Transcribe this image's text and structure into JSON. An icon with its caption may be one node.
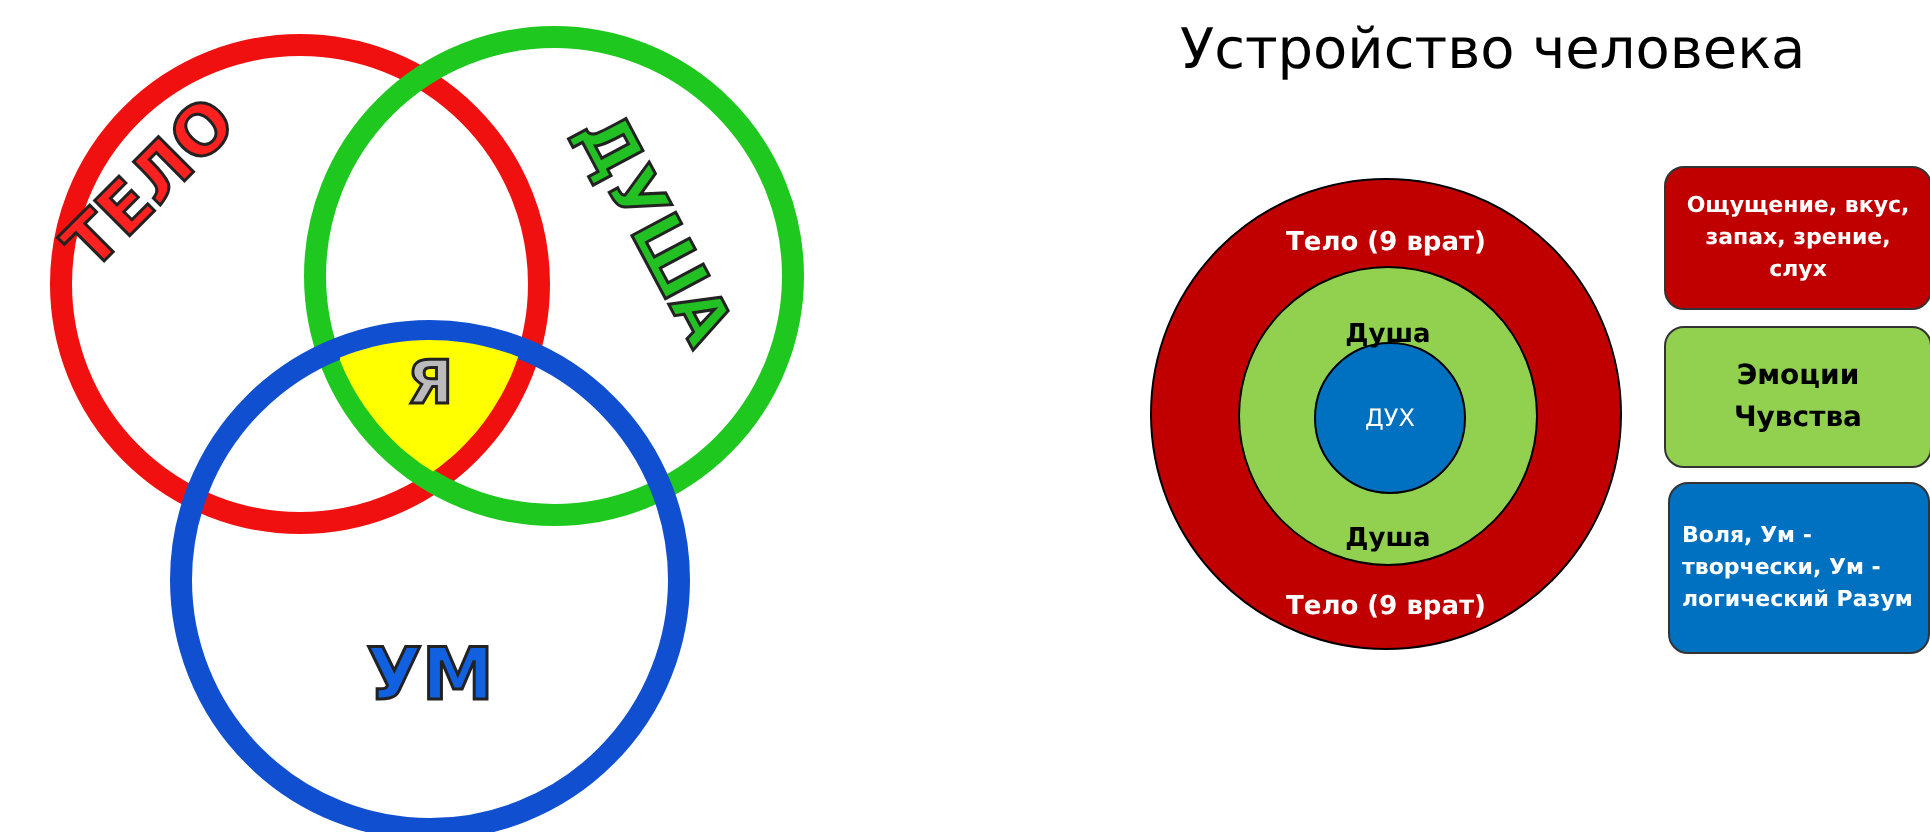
{
  "diagram": {
    "title": "Устройство человека",
    "nodes": [
      {
        "text": [
          "ТЕЛО"
        ]
      },
      {
        "text": [
          "ДУША"
        ]
      },
      {
        "text": [
          "УМ"
        ]
      },
      {
        "text": [
          "Я"
        ]
      },
      {
        "text": [
          "Тело (9 врат)",
          "Тело (9 врат)"
        ]
      },
      {
        "text": [
          "Душа",
          "Душа"
        ],
        "in": 4
      },
      {
        "text": [
          "ДУХ"
        ],
        "in": 5
      },
      {
        "text": [
          "Ощущение, вкус, запах, зрение, слух"
        ]
      },
      {
        "text": [
          "Эмоции Чувства"
        ]
      },
      {
        "text": [
          "Воля, Ум - творчески, Ум - логический Разум"
        ]
      }
    ]
  }
}
